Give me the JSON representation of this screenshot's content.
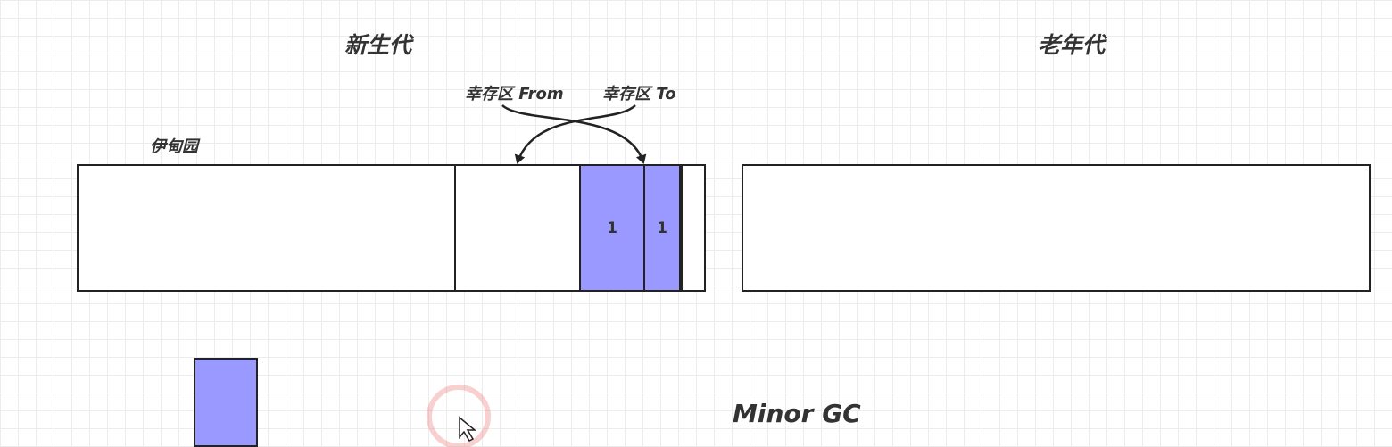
{
  "titles": {
    "young_generation": "新生代",
    "old_generation": "老年代"
  },
  "labels": {
    "survivor_from": "幸存区 From",
    "survivor_to": "幸存区 To",
    "eden": "伊甸园",
    "minor_gc": "Minor GC"
  },
  "objects": {
    "survivor_from_object": "1",
    "survivor_to_object": "1"
  },
  "colors": {
    "object_fill": "#9999ff",
    "border": "#222222",
    "text": "#333333"
  }
}
